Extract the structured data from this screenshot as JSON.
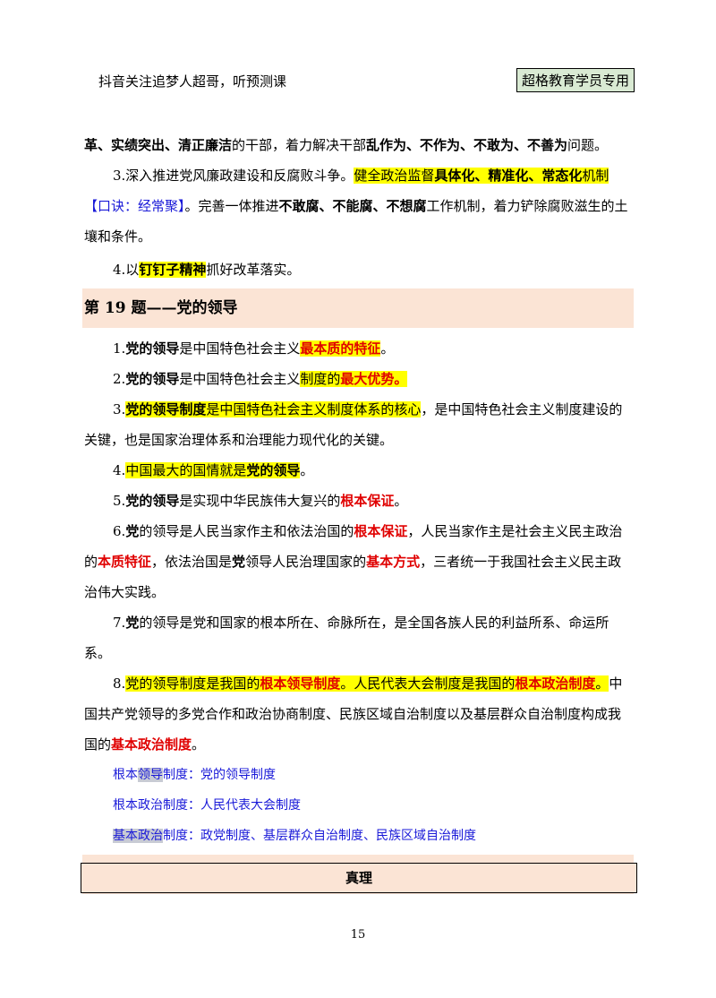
{
  "header": {
    "left": "抖音关注追梦人超哥，听预测课",
    "badge": "超格教育学员专用"
  },
  "top": {
    "line1": [
      "革、实绩突出、清正廉洁",
      "的干部，着力解决干部",
      "乱作为、不作为、不敢为、不善为",
      "问题。"
    ],
    "item3": [
      "3.深入推进党风廉政建设和反腐败斗争。",
      "健全政治监督",
      "具体化、精准化、常态化",
      "机制",
      "【口诀：经常聚】",
      "。完善一体推进",
      "不敢腐、不能腐、不想腐",
      "工作机制，着力铲除腐败滋生的土壤和条件。"
    ],
    "item4": [
      "4.以",
      "钉钉子精神",
      "抓好改革落实。"
    ]
  },
  "section19": {
    "title": "第 19 题——党的领导",
    "i1": [
      "1.",
      "党的领导",
      "是中国特色社会主义",
      "最本质的特征",
      "。"
    ],
    "i2": [
      "2.",
      "党的领导",
      "是中国特色社会主义",
      "制度的",
      "最大优势。"
    ],
    "i3": [
      "3.",
      "党的领导制度",
      "是中国特色社会主义制度体系的核心",
      "，是中国特色社会主义制度建设的关键，也是国家治理体系和治理能力现代化的关键。"
    ],
    "i4": [
      "4.",
      "中国最大的国情就是",
      "党的领导",
      "。"
    ],
    "i5": [
      "5.",
      "党的领导",
      "是实现中华民族伟大复兴的",
      "根本保证",
      "。"
    ],
    "i6": [
      "6.",
      "党",
      "的领导是人民当家作主和依法治国的",
      "根本保证",
      "，人民当家作主是社会主义民主政治的",
      "本质特征",
      "，依法治国是",
      "党",
      "领导人民治理国家的",
      "基本方式",
      "，三者统一于我国社会主义民主政治伟大实践。"
    ],
    "i7": [
      "7.",
      "党",
      "的领导是党和国家的根本所在、命脉所在，是全国各族人民的利益所系、命运所系。"
    ],
    "i8": [
      "8.",
      "党的领导制度是我国的",
      "根本领导制度",
      "。人民代表大会制度是我国的",
      "根本政治制度",
      "。",
      "中国共产党领导的多党合作和政治协商制度、民族区域自治制度以及基层群众自治制度构成我国的",
      "基本政治制度",
      "。"
    ],
    "sub1": [
      "根本",
      "领导",
      "制度：党的领导制度"
    ],
    "sub2": [
      "根本政治",
      "制度：人民代表大会制度"
    ],
    "sub3": [
      "基本政治",
      "制度：政党制度、基层群众自治制度、民族区域自治制度"
    ]
  },
  "section20": {
    "title": "第 20 题——真理",
    "box": "真理"
  },
  "page_number": "15",
  "colors": {
    "highlight": "#ffff00",
    "red": "#e00000",
    "blue": "#1a1ad8",
    "section_bg": "#fbe4d5",
    "badge_bg": "#d9ead3"
  }
}
